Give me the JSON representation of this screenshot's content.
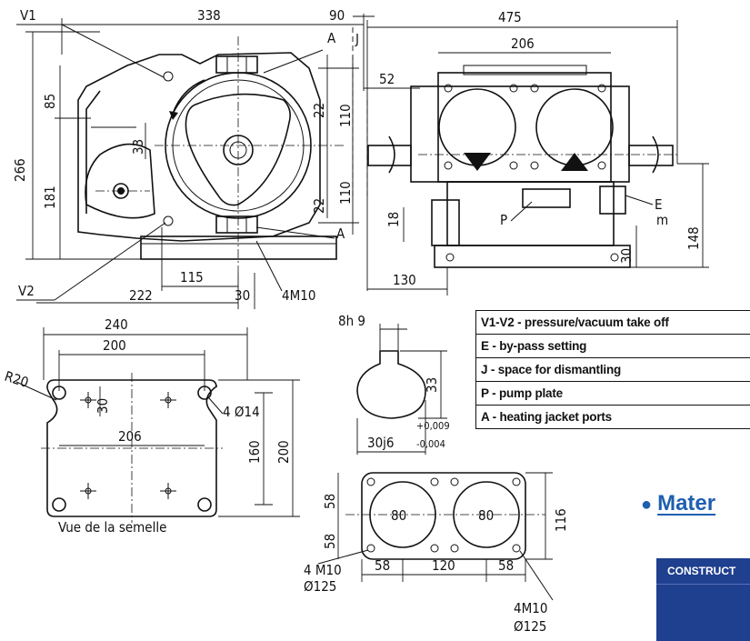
{
  "dims": {
    "v1": "V1",
    "d338": "338",
    "d90": "90",
    "d475": "475",
    "a_top": "A",
    "j": "J",
    "d85": "85",
    "d266": "266",
    "d181": "181",
    "d33": "33",
    "d22a": "22",
    "d110a": "110",
    "d110b": "110",
    "d22b": "22",
    "d206_top": "206",
    "d52": "52",
    "d18": "18",
    "p": "P",
    "e": "E",
    "m": "m",
    "d148": "148",
    "d30_side": "30",
    "d130": "130",
    "a_bottom": "A",
    "d115": "115",
    "v2": "V2",
    "d222": "222",
    "d30_front": "30",
    "m4m10_front": "4M10",
    "d240": "240",
    "d200_top": "200",
    "r20": "R20",
    "d30_plate": "30",
    "hole4_14": "4 Ø14",
    "d206_plate": "206",
    "d160": "160",
    "d200_side": "200",
    "vue_semelle": "Vue de la semelle",
    "key8h9": "8h 9",
    "d33_shaft": "33",
    "tol_plus": "+0,009",
    "tol_minus": "-0,004",
    "d30j6": "30j6",
    "d58a": "58",
    "d58b": "58",
    "d80a": "80",
    "d80b": "80",
    "d116": "116",
    "m4m10_a": "4 M10",
    "d125_a": "Ø125",
    "d58c": "58",
    "d120": "120",
    "d58d": "58",
    "m4m10_b": "4M10",
    "d125_b": "Ø125"
  },
  "legend": [
    "V1-V2 - pressure/vacuum take off",
    "E - by-pass setting",
    "J - space for dismantling",
    "P - pump plate",
    "A - heating jacket ports"
  ],
  "materials_heading": "Mater",
  "construct_label": "CONSTRUCT",
  "colors": {
    "accent": "#1e5fb0",
    "table_header": "#1f3f8f"
  }
}
